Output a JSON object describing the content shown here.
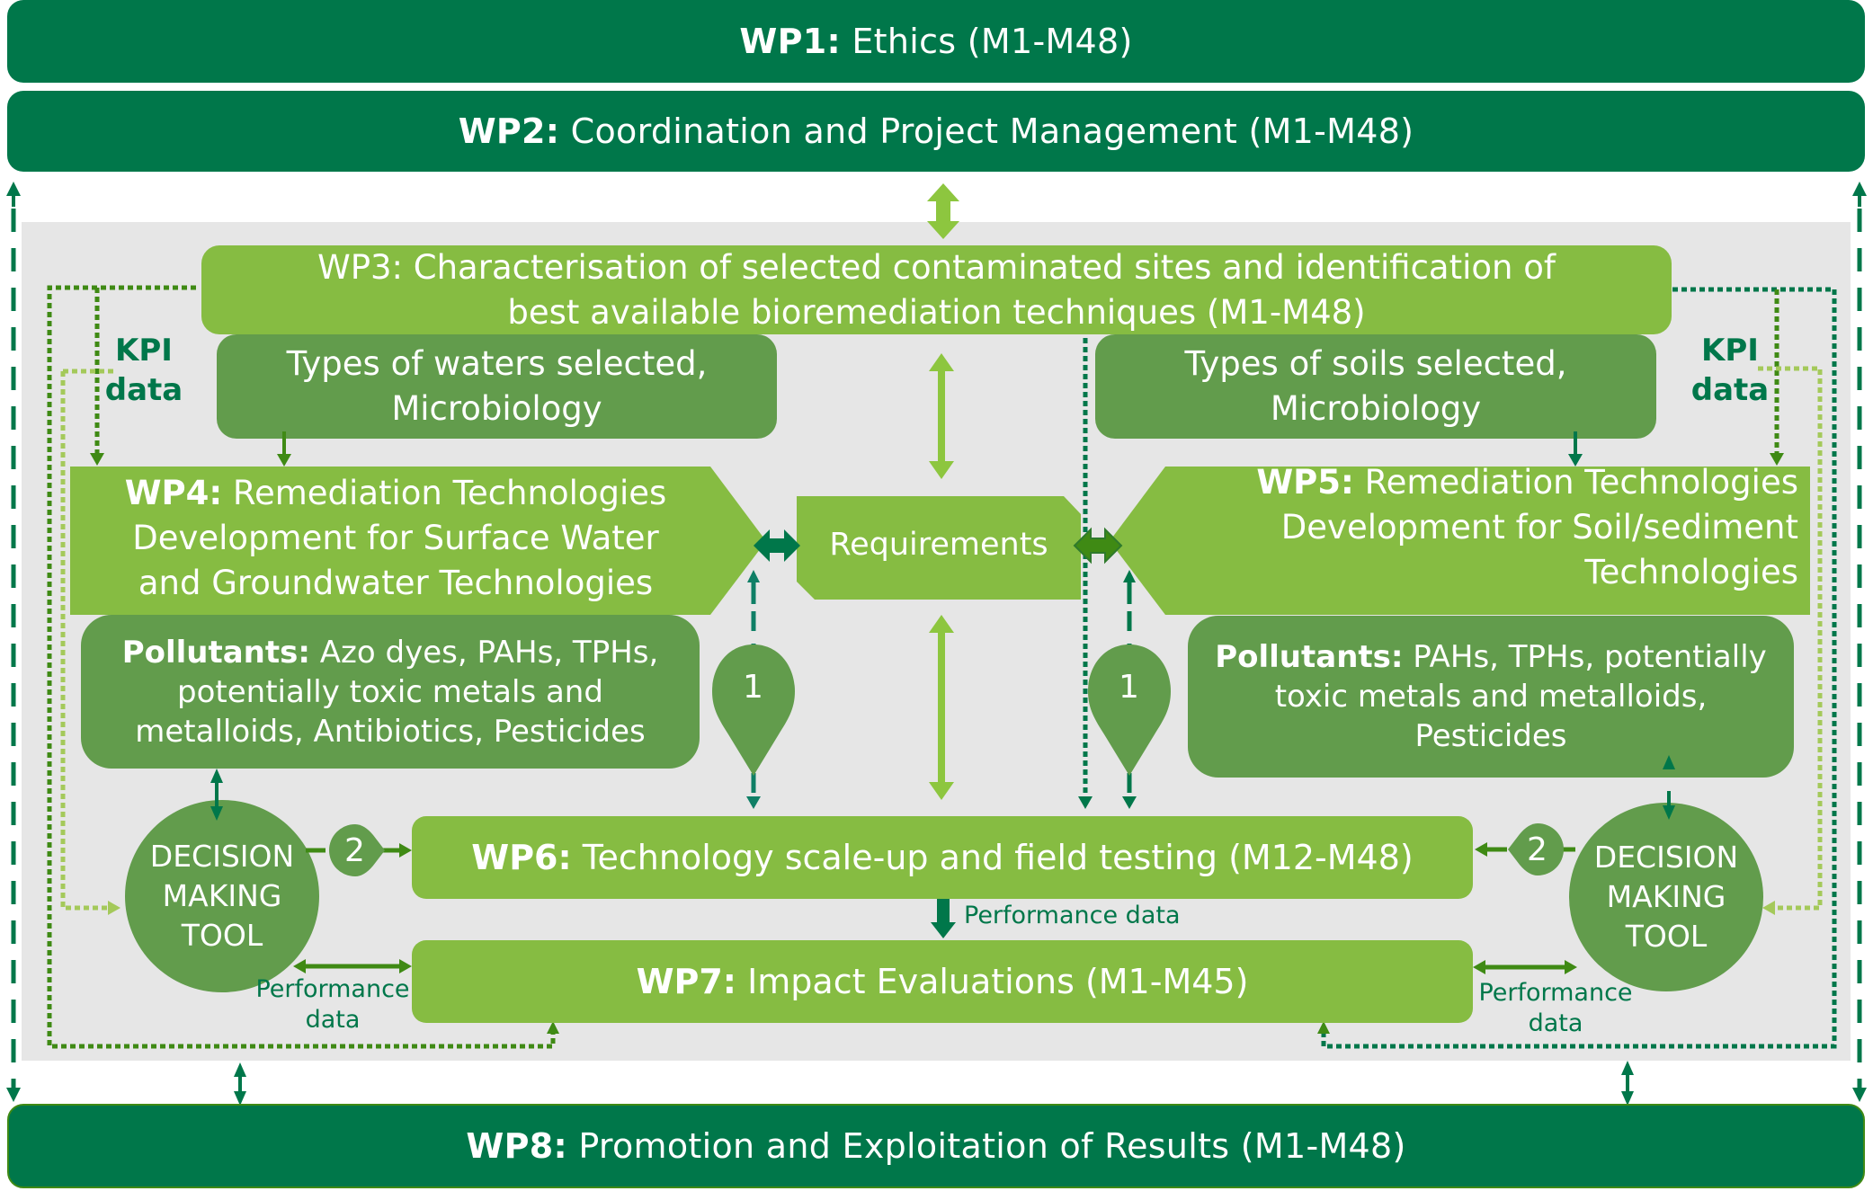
{
  "wp1": {
    "code": "WP1:",
    "title": " Ethics (M1-M48)"
  },
  "wp2": {
    "code": "WP2:",
    "title": " Coordination and Project Management (M1-M48)"
  },
  "wp3": {
    "line1": "WP3: Characterisation of selected contaminated sites and identification of",
    "line2": "best available bioremediation techniques (M1-M48)"
  },
  "waters": {
    "line1": "Types of waters selected,",
    "line2": "Microbiology"
  },
  "soils": {
    "line1": "Types of soils selected,",
    "line2": "Microbiology"
  },
  "wp4": {
    "code": "WP4:",
    "line1": " Remediation Technologies",
    "line2": "Development for Surface Water",
    "line3": "and Groundwater Technologies"
  },
  "wp5": {
    "code": "WP5:",
    "line1": " Remediation Technologies",
    "line2": "Development for Soil/sediment",
    "line3": "Technologies"
  },
  "requirements": {
    "label": "Requirements"
  },
  "pollutants_left": {
    "label": "Pollutants:",
    "line1": " Azo dyes, PAHs, TPHs,",
    "line2": "potentially toxic metals and",
    "line3": "metalloids, Antibiotics, Pesticides"
  },
  "pollutants_right": {
    "label": "Pollutants:",
    "line1": " PAHs, TPHs, potentially",
    "line2": "toxic metals and metalloids,",
    "line3": "Pesticides"
  },
  "kpi": {
    "line1": "KPI",
    "line2": "data"
  },
  "dmt": {
    "line1": "DECISION",
    "line2": "MAKING",
    "line3": "TOOL"
  },
  "markers": {
    "one": "1",
    "two": "2"
  },
  "wp6": {
    "code": "WP6:",
    "title": " Technology scale-up and field testing (M12-M48)"
  },
  "wp7": {
    "code": "WP7:",
    "title": " Impact Evaluations (M1-M45)"
  },
  "wp8": {
    "code": "WP8:",
    "title": " Promotion and Exploitation of Results (M1-M48)"
  },
  "performance": {
    "center": "Performance data",
    "line1": "Performance",
    "line2": "data"
  },
  "colors": {
    "dark_green": "#00774a",
    "light_green": "#86bc42",
    "mid_green": "#629c4c",
    "panel_gray": "#e6e6e6",
    "arrow_green": "#3f8a14",
    "light_arrow": "#8dc63f"
  }
}
